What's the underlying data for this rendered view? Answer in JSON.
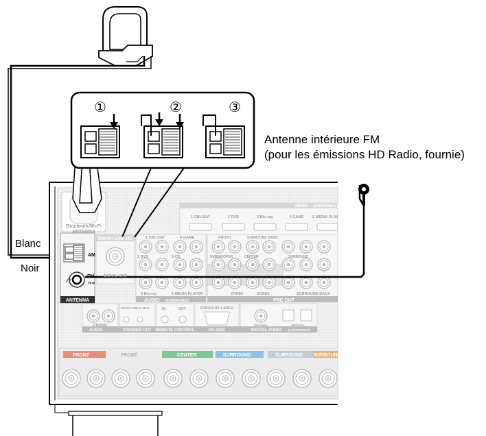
{
  "callout": {
    "steps": [
      "①",
      "②",
      "③"
    ]
  },
  "fm_antenna": {
    "caption_line1": "Antenne intérieure FM",
    "caption_line2": "(pour les émissions HD Radio, fournie)"
  },
  "wires": {
    "white_label": "Blanc",
    "black_label": "Noir"
  },
  "receiver": {
    "bt_wifi_label": "Bluetooth/Wi-Fi",
    "bt_wifi_sub": "ANTENNA",
    "am_label": "AM",
    "fm_label": "FM",
    "fm_ohm": "75 Ω",
    "antenna_label": "ANTENNA",
    "hdmi_title": "HDMI",
    "hdmi_assignable": "(ASSIGNABLE)",
    "hdmi_inputs": [
      "1 CBL/SAT",
      "2 DVD",
      "3 Blu-ray",
      "4 GAME",
      "5 MEDIA PLAY"
    ],
    "denon_link": "Denon Link HD",
    "signal_gnd": "SIGNAL GND",
    "audio_inputs": [
      "1 CBL/SAT",
      "4 GAME",
      "2 DVD",
      "5 CD",
      "3 Blu-ray",
      "6 MEDIA PLAYER"
    ],
    "audio_label": "AUDIO",
    "audio_assignable": "(ASSIGNABLE)",
    "preout_labels": [
      "FRONT",
      "SURROUND BACK",
      "SUBWOOFER",
      "CENTER",
      "SURROUND"
    ],
    "preout_title": "PRE OUT",
    "zone_labels": [
      "ZONE2",
      "ZONE3",
      "SURROUND BACK"
    ],
    "phono": "PHONO",
    "audio_bottom": "AUDIO",
    "trigger_title": "DC12V 150mA MAX",
    "trigger_label": "TRIGGER OUT",
    "remote_label": "REMOTE CONTROL",
    "remote_in": "IN",
    "remote_out": "OUT",
    "straight_cable": "STRAIGHT CABLE",
    "rs232c": "RS-232C",
    "digital_audio": "DIGITAL AUDIO",
    "digital_assignable": "(ASSIGNABLE)",
    "coaxial": "COAXIAL",
    "optical": "OPTICAL",
    "speaker_groups": [
      "FRONT",
      "FRONT",
      "CENTER",
      "SURROUND",
      "SURROUND",
      "SURROUN"
    ]
  },
  "colors": {
    "panel": "#ececec",
    "panel_label": "#9d9d9d",
    "front_r": "#e8907a",
    "center": "#7fc698",
    "surround_r": "#86c3e6",
    "surround_l": "#c0cfd7",
    "surround_back": "#e8b27a",
    "line": "#000000"
  }
}
